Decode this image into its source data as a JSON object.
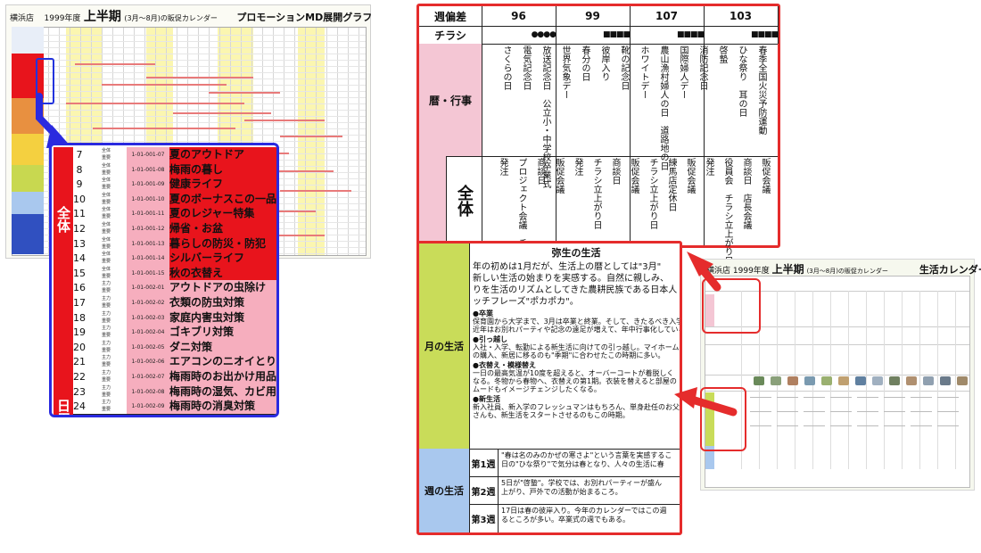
{
  "left_chart": {
    "store": "横浜店",
    "year": "1999年度",
    "half": "上半期",
    "range": "(3月〜8月)の販促カレンダー",
    "graph_title": "プロモーションMD展開グラフ"
  },
  "zoom_table": {
    "category_top": "全体",
    "category_bottom": "日用品",
    "rows": [
      {
        "num": "7",
        "mid1": "全体",
        "mid2": "重要",
        "code": "1-01-001-07",
        "name": "夏のアウトドア"
      },
      {
        "num": "8",
        "mid1": "全体",
        "mid2": "重要",
        "code": "1-01-001-08",
        "name": "梅雨の暮し"
      },
      {
        "num": "9",
        "mid1": "全体",
        "mid2": "重要",
        "code": "1-01-001-09",
        "name": "健康ライフ"
      },
      {
        "num": "10",
        "mid1": "全体",
        "mid2": "重要",
        "code": "1-01-001-10",
        "name": "夏のボーナスこの一品"
      },
      {
        "num": "11",
        "mid1": "全体",
        "mid2": "重要",
        "code": "1-01-001-11",
        "name": "夏のレジャー特集"
      },
      {
        "num": "12",
        "mid1": "全体",
        "mid2": "重要",
        "code": "1-01-001-12",
        "name": "帰省・お盆"
      },
      {
        "num": "13",
        "mid1": "全体",
        "mid2": "重要",
        "code": "1-01-001-13",
        "name": "暮らしの防災・防犯"
      },
      {
        "num": "14",
        "mid1": "全体",
        "mid2": "重要",
        "code": "1-01-001-14",
        "name": "シルバーライフ"
      },
      {
        "num": "15",
        "mid1": "全体",
        "mid2": "重要",
        "code": "1-01-001-15",
        "name": "秋の衣替え"
      },
      {
        "num": "16",
        "mid1": "主力",
        "mid2": "重要",
        "code": "1-01-002-01",
        "name": "アウトドアの虫除け"
      },
      {
        "num": "17",
        "mid1": "主力",
        "mid2": "重要",
        "code": "1-01-002-02",
        "name": "衣類の防虫対策"
      },
      {
        "num": "18",
        "mid1": "主力",
        "mid2": "重要",
        "code": "1-01-002-03",
        "name": "家庭内害虫対策"
      },
      {
        "num": "19",
        "mid1": "主力",
        "mid2": "重要",
        "code": "1-01-002-04",
        "name": "ゴキブリ対策"
      },
      {
        "num": "20",
        "mid1": "主力",
        "mid2": "重要",
        "code": "1-01-002-05",
        "name": "ダニ対策"
      },
      {
        "num": "21",
        "mid1": "主力",
        "mid2": "重要",
        "code": "1-01-002-06",
        "name": "エアコンのニオイとり"
      },
      {
        "num": "22",
        "mid1": "主力",
        "mid2": "重要",
        "code": "1-01-002-07",
        "name": "梅雨時のお出かけ用品"
      },
      {
        "num": "23",
        "mid1": "主力",
        "mid2": "重要",
        "code": "1-01-002-08",
        "name": "梅雨時の湿気、カビ用品"
      },
      {
        "num": "24",
        "mid1": "主力",
        "mid2": "重要",
        "code": "1-01-002-09",
        "name": "梅雨時の消臭対策"
      }
    ]
  },
  "calendar_table": {
    "week_label": "週偏差",
    "week_values": [
      "96",
      "99",
      "107",
      "103"
    ],
    "flyer_label": "チラシ",
    "flyer_dots": [
      "●●●●",
      "■■■■",
      "■■■■",
      "■■■■"
    ],
    "events_label": "暦・行事",
    "schedule_label": "全体",
    "events": [
      "春季全国火災予防運動",
      "ひな祭り　耳の日",
      "啓蟄",
      "消防記念日",
      "国際婦人デー",
      "農山漁村婦人の日　道路地の日",
      "ホワイトデー",
      "靴の記念日",
      "彼岸入り",
      "春分の日",
      "世界気象デー",
      "放送記念日　公立小・中学校卒業式",
      "電気記念日",
      "さくらの日"
    ],
    "schedule": [
      "販促会議",
      "商談日　店長会議",
      "役員会　チラシ立上がり日",
      "発注",
      "販促会議",
      "練馬店定休日",
      "チラシ立上がり日",
      "販促会議",
      "商談日",
      "チラシ立上がり日",
      "発注",
      "販促会議",
      "商談日",
      "プロジェクト会議　チラシ立上がり日",
      "発注"
    ]
  },
  "article": {
    "month_label": "月の生活",
    "week_label": "週の生活",
    "title": "弥生の生活",
    "lead": "年の初めは1月だが、生活上の暦としては\"3月\"\n新しい生活の始まりを実感する。自然に親しみ、\nりを生活のリズムとしてきた農耕民族である日本人\nッチフレーズ\"ポカポカ\"。",
    "bullets": [
      {
        "head": "●卒業",
        "text": "保育園から大学まで、3月は卒業と終業。そして、きたるべき入学\n近年はお別れパーティや記念の遠足が増えて、年中行事化している"
      },
      {
        "head": "●引っ越し",
        "text": "入社・入学、転勤による新生活に向けての引っ越し。マイホーム\nの購入、新居に移るのも\"季期\"に合わせたこの時期に多い。"
      },
      {
        "head": "●衣替え・模様替え",
        "text": "一日の最高気温が10度を超えると、オーバーコートが着脱しく\nなる。冬物から春物へ、衣替えの第1期。衣装を替えると部屋の\nムードもイメージチェンジしたくなる。"
      },
      {
        "head": "●新生活",
        "text": "新入社員、新入学のフレッシュマンはもちろん、単身赴任のお父\nさんも、新生活をスタートさせるのもこの時期。"
      }
    ],
    "weeks": [
      {
        "label": "第1週",
        "text": "\"春は名のみのかぜの寒さよ\"という言葉を実感するこ\n日の\"ひな祭り\"で気分は春となり、人々の生活に春"
      },
      {
        "label": "第2週",
        "text": "5日が\"啓蟄\"。学校では、お別れパーティーが盛ん\n上がり、戸外での活動が始まるころ。"
      },
      {
        "label": "第3週",
        "text": "17日は春の彼岸入り。今年のカレンダーではこの週\nるところが多い。卒業式の週でもある。"
      }
    ]
  },
  "right_calendar": {
    "store": "横浜店",
    "year": "1999年度",
    "half": "上半期",
    "range": "(3月〜8月)の販促カレンダー",
    "title": "生活カレンダー"
  }
}
